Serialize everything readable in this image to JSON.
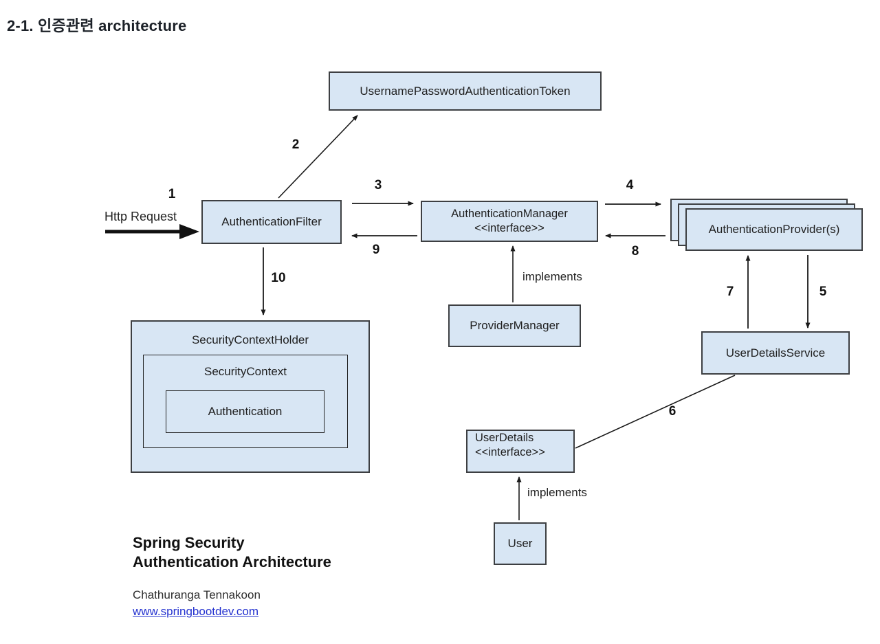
{
  "page": {
    "title": "2-1. 인증관련 architecture"
  },
  "diagram": {
    "nodes": {
      "token": "UsernamePasswordAuthenticationToken",
      "filter": "AuthenticationFilter",
      "manager1": "AuthenticationManager",
      "manager2": "<<interface>>",
      "providers": "AuthenticationProvider(s)",
      "provider_manager": "ProviderManager",
      "sch": "SecurityContextHolder",
      "sc": "SecurityContext",
      "auth": "Authentication",
      "uds": "UserDetailsService",
      "ud1": "UserDetails",
      "ud2": "<<interface>>",
      "user": "User"
    },
    "labels": {
      "http_request": "Http Request",
      "implements_a": "implements",
      "implements_b": "implements"
    },
    "steps": {
      "n1": "1",
      "n2": "2",
      "n3": "3",
      "n4": "4",
      "n5": "5",
      "n6": "6",
      "n7": "7",
      "n8": "8",
      "n9": "9",
      "n10": "10"
    }
  },
  "footer": {
    "line1": "Spring Security",
    "line2": "Authentication Architecture",
    "author": "Chathuranga Tennakoon",
    "link": "www.springbootdev.com"
  },
  "colors": {
    "box_fill": "#d8e6f4",
    "box_border": "#3d3f42",
    "arrow": "#1a1a1a",
    "link": "#2331cf"
  }
}
